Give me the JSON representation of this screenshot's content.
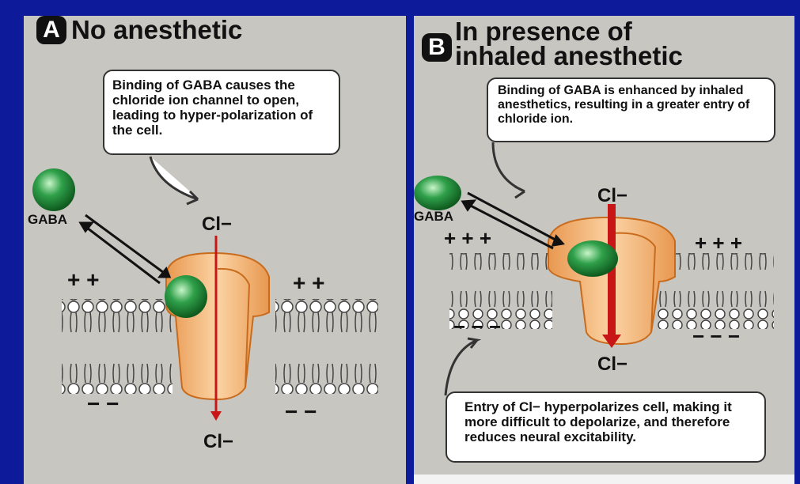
{
  "panel_a": {
    "letter": "A",
    "title": "No anesthetic",
    "callout": "Binding of GABA causes the chloride ion channel to open, leading to hyper-polarization of the cell.",
    "gaba_label": "GABA",
    "ion_top": "Cl−",
    "ion_bottom": "Cl−",
    "charges_top_left": "+ +",
    "charges_top_right": "+ +",
    "charges_bottom_left": "− −",
    "charges_bottom_right": "− −"
  },
  "panel_b": {
    "letter": "B",
    "title_line1": "In presence of",
    "title_line2": "inhaled anesthetic",
    "callout_top": "Binding of GABA is enhanced by inhaled anesthetics, resulting in a greater entry of chloride ion.",
    "callout_bottom": "Entry of Cl− hyperpolarizes cell, making it more difficult to depolarize, and therefore reduces neural excitability.",
    "gaba_label": "GABA",
    "ion_top": "Cl−",
    "ion_bottom": "Cl−",
    "charges_top_left": "+ + +",
    "charges_top_right": "+ + +",
    "charges_bottom_left": "− − −",
    "charges_bottom_right": "− − −"
  },
  "colors": {
    "background": "#0d1a9a",
    "panel": "#c8c6c0",
    "channel": "#f4b77a",
    "gaba": "#2fa04a",
    "ion_arrow": "#c81616"
  }
}
